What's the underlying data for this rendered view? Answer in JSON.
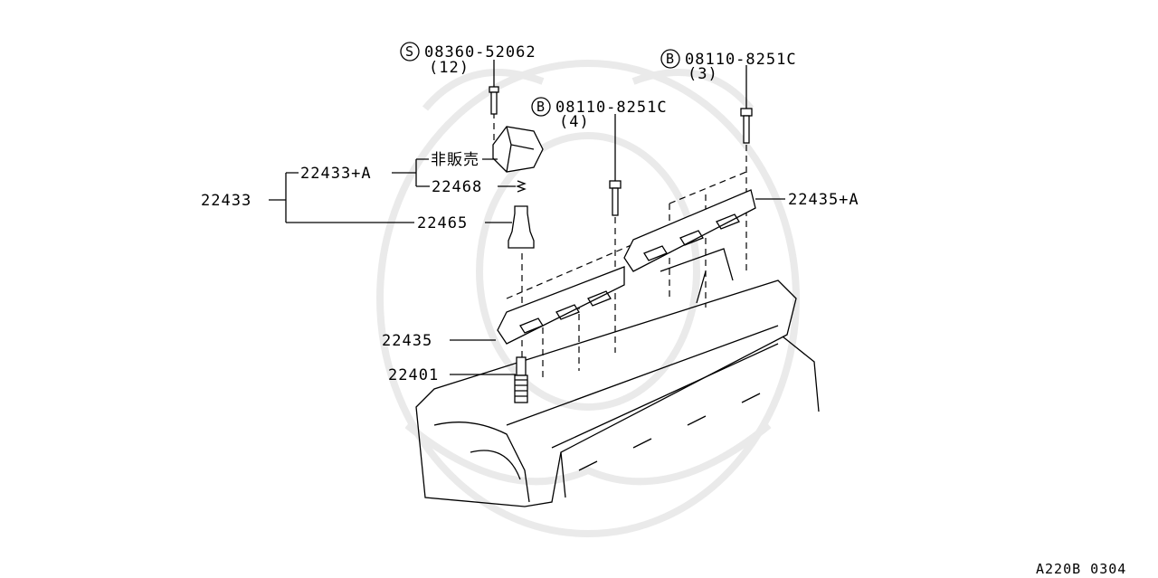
{
  "diagram": {
    "callouts": {
      "screw_symbol": "S",
      "screw_part": "08360-52062",
      "screw_qty": "(12)",
      "bolt4_symbol": "B",
      "bolt4_part": "08110-8251C",
      "bolt4_qty": "(4)",
      "bolt3_symbol": "B",
      "bolt3_part": "08110-8251C",
      "bolt3_qty": "(3)",
      "assembly": "22433",
      "assembly_a": "22433+A",
      "not_for_sale": "非販売",
      "spring": "22468",
      "boot": "22465",
      "plate_a": "22435+A",
      "plate": "22435",
      "spark_plug": "22401"
    },
    "figure_code": "A220B 0304"
  }
}
